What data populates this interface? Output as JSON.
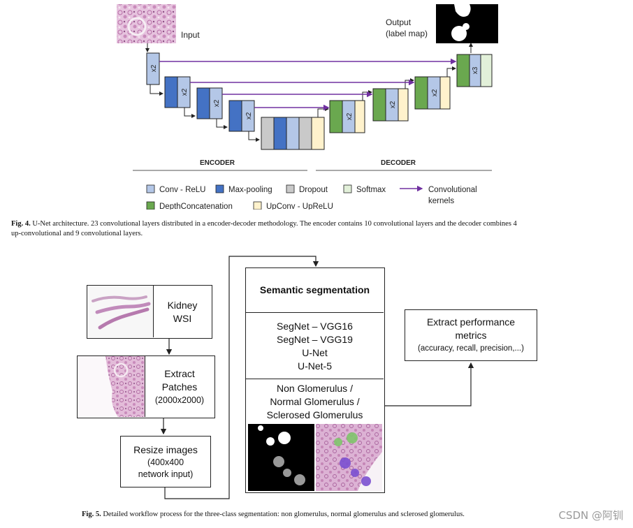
{
  "fig4": {
    "input_label": "Input",
    "output_label_1": "Output",
    "output_label_2": "(label map)",
    "block_x2": "x2",
    "block_x3": "x3",
    "encoder": "ENCODER",
    "decoder": "DECODER",
    "legend": {
      "conv_relu": "Conv - ReLU",
      "max_pooling": "Max-pooling",
      "dropout": "Dropout",
      "softmax": "Softmax",
      "conv_kernels_1": "Convolutional",
      "conv_kernels_2": "kernels",
      "depth_concat": "DepthConcatenation",
      "upconv": "UpConv - UpReLU"
    },
    "colors": {
      "conv": "#b4c7e7",
      "maxpool": "#4472c4",
      "dropout": "#c9c9c9",
      "softmax": "#e2f0d9",
      "depthconcat": "#6aa84f",
      "upconv": "#fff2cc",
      "arrow": "#7030a0"
    },
    "caption_label": "Fig. 4.",
    "caption_text": "U-Net architecture. 23 convolutional layers distributed in a encoder-decoder methodology. The encoder contains 10 convolutional layers and the decoder combines 4",
    "caption_text_2": "up-convolutional and 9 convolutional layers."
  },
  "fig5": {
    "kidney_1": "Kidney",
    "kidney_2": "WSI",
    "extract_1": "Extract",
    "extract_2": "Patches",
    "extract_3": "(2000x2000)",
    "resize_1": "Resize images",
    "resize_2": "(400x400",
    "resize_3": "network input)",
    "semseg_title": "Semantic segmentation",
    "models": [
      "SegNet – VGG16",
      "SegNet – VGG19",
      "U-Net",
      "U-Net-5"
    ],
    "classes": [
      "Non Glomerulus /",
      "Normal Glomerulus /",
      "Sclerosed Glomerulus"
    ],
    "perf_1": "Extract performance",
    "perf_2": "metrics",
    "perf_3": "(accuracy, recall, precision,...)",
    "caption_label": "Fig. 5.",
    "caption_text": "Detailed workflow process for the three-class segmentation: non glomerulus, normal glomerulus and sclerosed glomerulus."
  },
  "watermark": "CSDN @阿钏"
}
